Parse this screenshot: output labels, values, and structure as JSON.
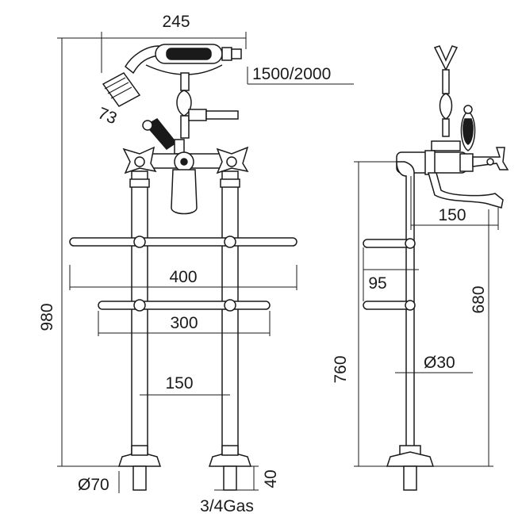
{
  "diagram": {
    "front_view": {
      "width_overall": "245",
      "hose_length": "1500/2000",
      "shower_head": "73",
      "height_overall": "980",
      "rail_upper": "400",
      "rail_lower": "300",
      "leg_spacing": "150",
      "base_diameter": "Ø70",
      "tail_length": "40",
      "connection": "3/4Gas"
    },
    "side_view": {
      "spout_reach": "150",
      "rail_gap": "95",
      "spout_height": "680",
      "leg_height": "760",
      "leg_diameter": "Ø30"
    }
  }
}
